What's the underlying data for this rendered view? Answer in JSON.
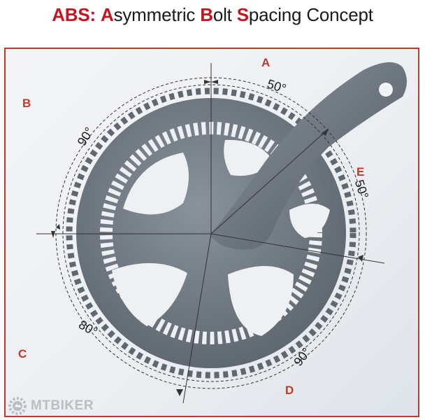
{
  "title": {
    "abbr": "ABS:",
    "w1_initial": "A",
    "w1_rest": "symmetric",
    "w2_initial": "B",
    "w2_rest": "olt",
    "w3_initial": "S",
    "w3_rest": "pacing Concept"
  },
  "labels": {
    "a": "A",
    "b": "B",
    "c": "C",
    "d": "D",
    "e": "E"
  },
  "angles": {
    "ab": "90°",
    "ae": "50°",
    "ed": "50°",
    "dc": "90°",
    "cb": "80°"
  },
  "logo": {
    "text": "MTBIKER"
  },
  "colors": {
    "accent": "#c8141e",
    "frame": "#c0392b",
    "part": "#6b7480",
    "dim": "#333333"
  }
}
